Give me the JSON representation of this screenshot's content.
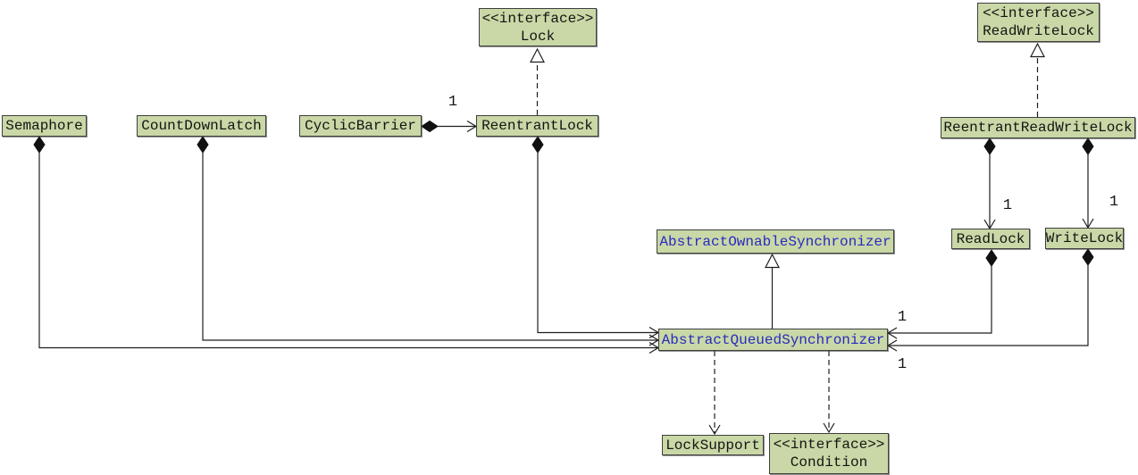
{
  "diagram": {
    "nodes": {
      "lock": {
        "stereotype": "<<interface>>",
        "name": "Lock"
      },
      "read_write_lock": {
        "stereotype": "<<interface>>",
        "name": "ReadWriteLock"
      },
      "semaphore": {
        "name": "Semaphore"
      },
      "count_down_latch": {
        "name": "CountDownLatch"
      },
      "cyclic_barrier": {
        "name": "CyclicBarrier"
      },
      "reentrant_lock": {
        "name": "ReentrantLock"
      },
      "reentrant_read_write_lock": {
        "name": "ReentrantReadWriteLock"
      },
      "read_lock": {
        "name": "ReadLock"
      },
      "write_lock": {
        "name": "WriteLock"
      },
      "abstract_ownable_synchronizer": {
        "name": "AbstractOwnableSynchronizer"
      },
      "abstract_queued_synchronizer": {
        "name": "AbstractQueuedSynchronizer"
      },
      "lock_support": {
        "name": "LockSupport"
      },
      "condition": {
        "stereotype": "<<interface>>",
        "name": "Condition"
      }
    },
    "multiplicities": {
      "cyclic_barrier_reentrant_lock": "1",
      "rrwl_read_lock": "1",
      "rrwl_write_lock": "1",
      "read_lock_aqs": "1",
      "write_lock_aqs": "1"
    },
    "edges": [
      {
        "from": "ReentrantLock",
        "to": "Lock",
        "type": "realization"
      },
      {
        "from": "ReentrantReadWriteLock",
        "to": "ReadWriteLock",
        "type": "realization"
      },
      {
        "from": "AbstractQueuedSynchronizer",
        "to": "AbstractOwnableSynchronizer",
        "type": "generalization"
      },
      {
        "from": "CyclicBarrier",
        "to": "ReentrantLock",
        "type": "composition",
        "multiplicity": "1"
      },
      {
        "from": "Semaphore",
        "to": "AbstractQueuedSynchronizer",
        "type": "composition"
      },
      {
        "from": "CountDownLatch",
        "to": "AbstractQueuedSynchronizer",
        "type": "composition"
      },
      {
        "from": "ReentrantLock",
        "to": "AbstractQueuedSynchronizer",
        "type": "composition"
      },
      {
        "from": "ReentrantReadWriteLock",
        "to": "ReadLock",
        "type": "composition",
        "multiplicity": "1"
      },
      {
        "from": "ReentrantReadWriteLock",
        "to": "WriteLock",
        "type": "composition",
        "multiplicity": "1"
      },
      {
        "from": "ReadLock",
        "to": "AbstractQueuedSynchronizer",
        "type": "composition",
        "multiplicity": "1"
      },
      {
        "from": "WriteLock",
        "to": "AbstractQueuedSynchronizer",
        "type": "composition",
        "multiplicity": "1"
      },
      {
        "from": "AbstractQueuedSynchronizer",
        "to": "LockSupport",
        "type": "dependency"
      },
      {
        "from": "AbstractQueuedSynchronizer",
        "to": "Condition",
        "type": "dependency"
      }
    ],
    "colors": {
      "node_fill": "#c9d8a6",
      "node_border": "#3f3f3f",
      "class_text": "#141414",
      "abstract_class_text": "#2a2ac0",
      "background": "#ffffff"
    }
  }
}
